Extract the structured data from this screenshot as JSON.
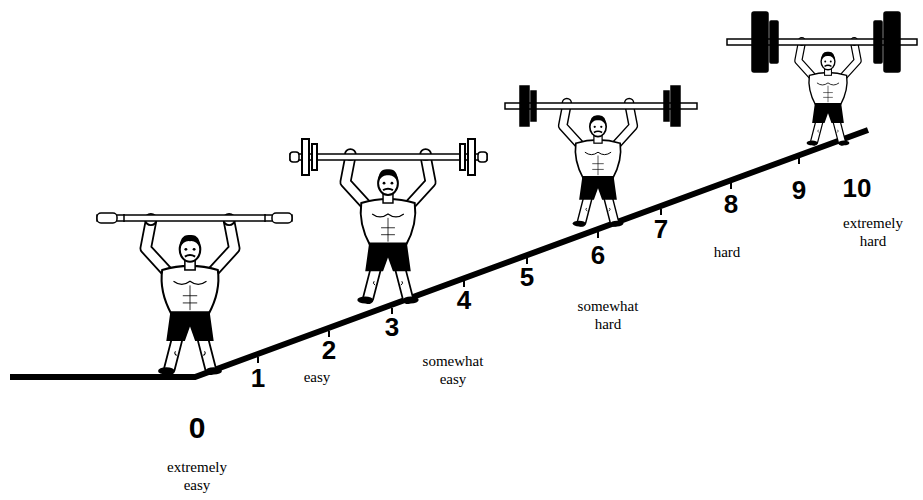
{
  "diagram": {
    "labels": [
      "0",
      "extremely easy",
      "1",
      "2",
      "easy",
      "3",
      "4",
      "somewhat easy",
      "5",
      "6",
      "somewhat hard",
      "7",
      "8",
      "hard",
      "9",
      "10",
      "extremely hard"
    ]
  }
}
